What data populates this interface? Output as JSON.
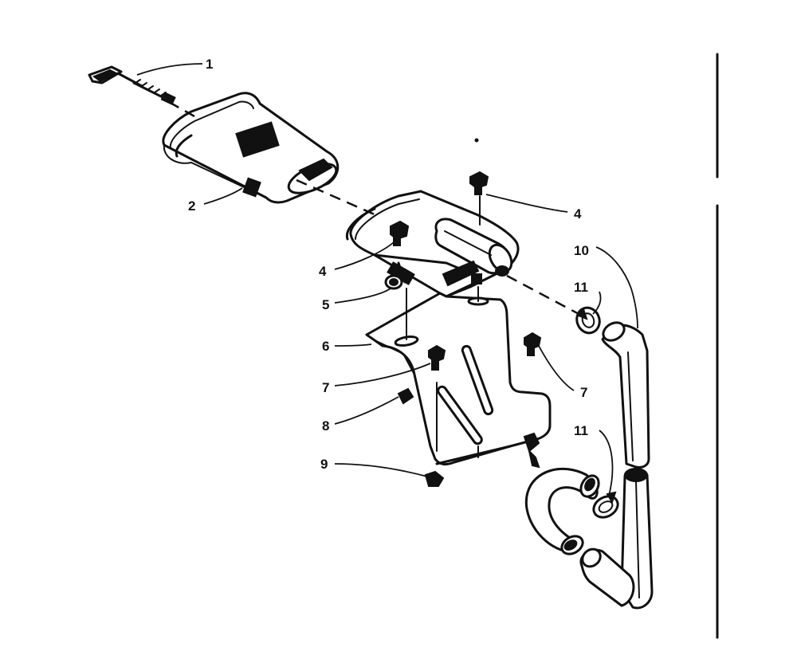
{
  "callouts": {
    "c1": "1",
    "c2": "2",
    "c4a": "4",
    "c4b": "4",
    "c5": "5",
    "c6": "6",
    "c7a": "7",
    "c7b": "7",
    "c8": "8",
    "c9": "9",
    "c10": "10",
    "c11a": "11",
    "c11b": "11"
  },
  "colors": {
    "ink": "#111111",
    "paper": "#ffffff"
  }
}
